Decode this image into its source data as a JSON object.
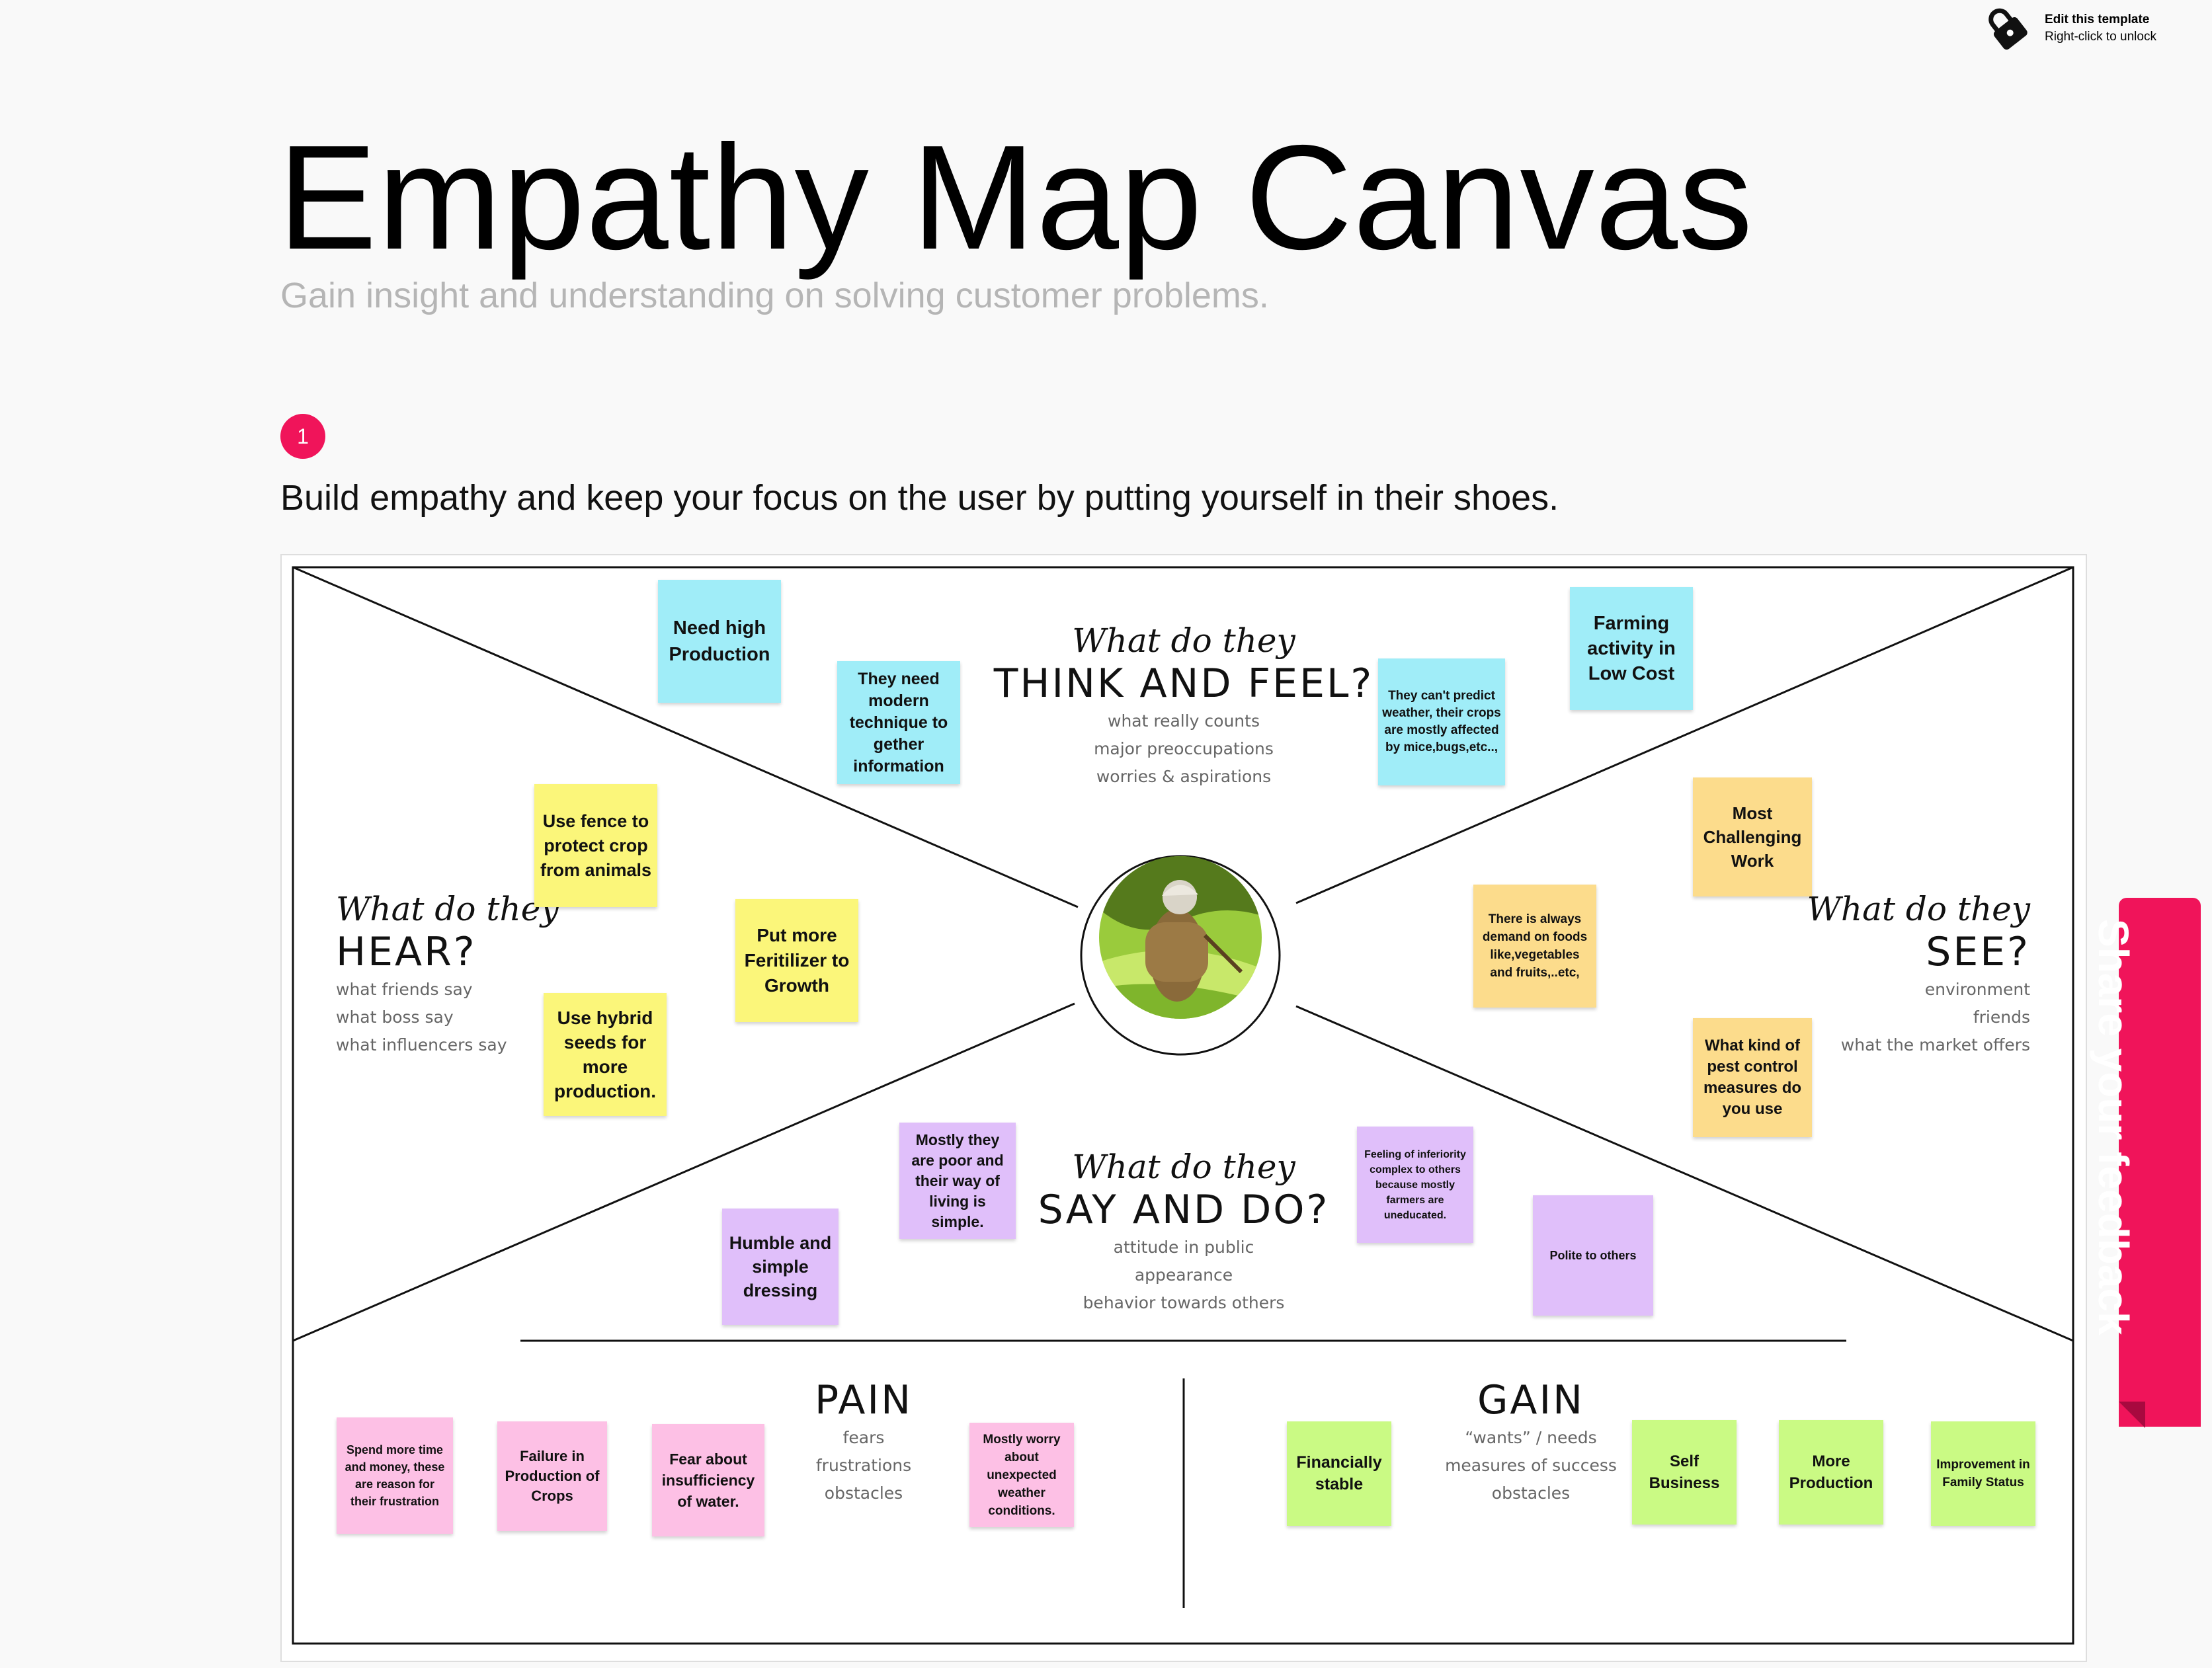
{
  "lock": {
    "line1": "Edit this template",
    "line2": "Right-click to unlock",
    "icon": "lock-icon"
  },
  "title": "Empathy Map Canvas",
  "subtitle": "Gain insight and understanding on solving customer problems.",
  "step_number": "1",
  "instruction": "Build empathy and keep your focus on the user by putting yourself in their shoes.",
  "sections": {
    "think": {
      "script": "What do they",
      "heading": "THINK AND FEEL?",
      "lines": [
        "what really counts",
        "major preoccupations",
        "worries & aspirations"
      ]
    },
    "hear": {
      "script": "What do they",
      "heading": "HEAR?",
      "lines": [
        "what friends say",
        "what boss say",
        "what influencers say"
      ]
    },
    "see": {
      "script": "What do they",
      "heading": "SEE?",
      "lines": [
        "environment",
        "friends",
        "what the market offers"
      ]
    },
    "say": {
      "script": "What do they",
      "heading": "SAY AND DO?",
      "lines": [
        "attitude in public",
        "appearance",
        "behavior towards others"
      ]
    },
    "pain": {
      "heading": "PAIN",
      "lines": [
        "fears",
        "frustrations",
        "obstacles"
      ]
    },
    "gain": {
      "heading": "GAIN",
      "lines": [
        "“wants” / needs",
        "measures of success",
        "obstacles"
      ]
    }
  },
  "notes": {
    "think": [
      "Need high Production",
      "They need modern technique to gether information",
      "They  can't predict weather, their crops are mostly affected by mice,bugs,etc..,",
      "Farming activity in Low Cost"
    ],
    "hear": [
      "Use fence to protect crop from animals",
      "Put more Feritilizer to Growth",
      "Use hybrid seeds for more production."
    ],
    "see": [
      "Most Challenging Work",
      "There is always demand on foods like,vegetables and fruits,..etc,",
      "What kind of pest control measures do you use"
    ],
    "say": [
      "Mostly they are poor and their way of living is simple.",
      "Humble and simple dressing",
      "Feeling of inferiority complex to others because mostly farmers are uneducated.",
      "Polite to others"
    ],
    "pain": [
      "Spend more time and money, these are reason for their frustration",
      "Failure in Production of Crops",
      "Fear about insufficiency of water.",
      "Mostly worry about unexpected weather conditions."
    ],
    "gain": [
      "Financially stable",
      "Self Business",
      "More Production",
      "Improvement in Family Status"
    ]
  },
  "feedback_tab": "Share your feedback",
  "colors": {
    "accent": "#f0145a",
    "blue_note": "#a0edf8",
    "yellow_note": "#fbf67a",
    "orange_note": "#fcdc8c",
    "purple_note": "#e0bffa",
    "pink_note": "#fdc0e5",
    "green_note": "#cafa84"
  }
}
